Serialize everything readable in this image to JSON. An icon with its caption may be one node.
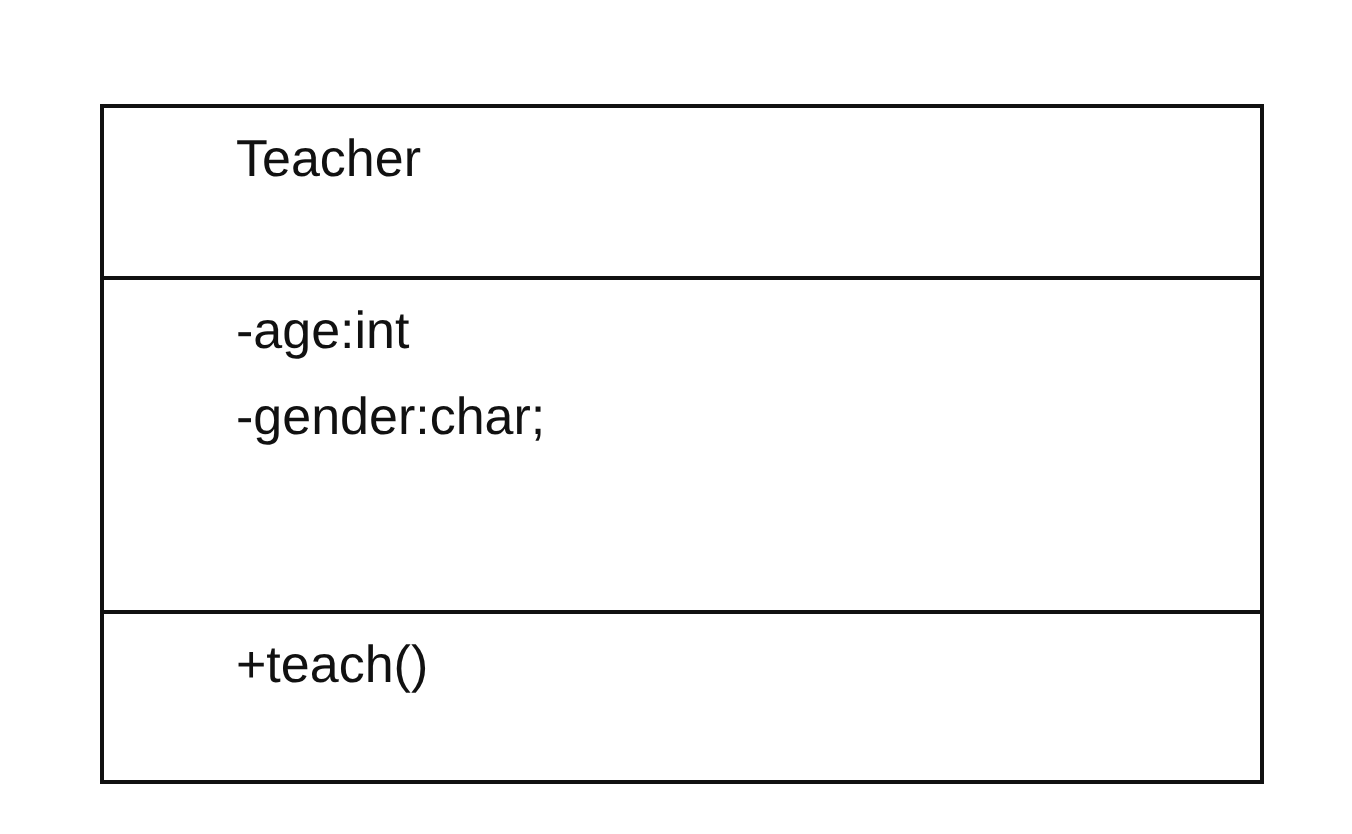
{
  "diagram": {
    "nodes": [
      {
        "text": [
          "Teacher"
        ]
      },
      {
        "text": [
          "-age:int",
          "-gender:char;"
        ]
      },
      {
        "text": [
          "+teach()"
        ]
      }
    ]
  }
}
